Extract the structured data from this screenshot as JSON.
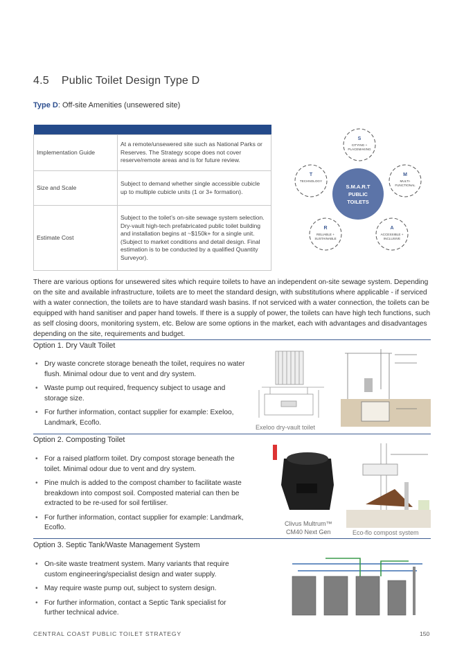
{
  "section": {
    "number": "4.5",
    "title": "Public Toilet Design Type D"
  },
  "subheading": {
    "type_label": "Type D",
    "rest": ": Off-site Amenities (unsewered site)"
  },
  "table": {
    "rows": [
      {
        "label": "Implementation Guide",
        "value": "At a remote/unsewered site such as National Parks or Reserves. The Strategy scope does not cover reserve/remote areas and is for future review."
      },
      {
        "label": "Size and Scale",
        "value": "Subject to demand whether single accessible cubicle up to multiple cubicle units (1 or 3+ formation)."
      },
      {
        "label": "Estimate Cost",
        "value": "Subject to the toilet’s on-site sewage system selection. Dry-vault high-tech prefabricated public toilet building and installation begins at ~$150k+ for a single unit. (Subject to market conditions and detail design. Final estimation is to be conducted by a qualified Quantity Surveyor)."
      }
    ]
  },
  "smart": {
    "center_lines": [
      "S.M.A.R.T",
      "PUBLIC",
      "TOILETS"
    ],
    "nodes": [
      {
        "letter": "S",
        "text1": "CITYING +",
        "text2": "PLACEMAKING"
      },
      {
        "letter": "M",
        "text1": "MULTI-",
        "text2": "FUNCTIONAL"
      },
      {
        "letter": "A",
        "text1": "ACCESSIBLE +",
        "text2": "INCLUSIVE"
      },
      {
        "letter": "R",
        "text1": "RELIABLE +",
        "text2": "SUSTAINABLE"
      },
      {
        "letter": "T",
        "text1": "TECHNOLOGY",
        "text2": ""
      }
    ]
  },
  "intro_paragraph": "There are various options for unsewered sites which require toilets to have an independent on-site sewage system. Depending on the site and available infrastructure, toilets are to meet the standard design, with substitutions where applicable - if serviced with a water connection, the toilets are to have standard wash basins. If not serviced with a water connection, the toilets can be equipped with hand sanitiser and paper hand towels. If there is a supply of power, the toilets can have high tech functions, such as self closing doors, monitoring system, etc. Below are some options in the market, each with advantages and disadvantages depending on the site, requirements and budget.",
  "options": [
    {
      "title": "Option 1. Dry Vault Toilet",
      "bullets": [
        "Dry waste concrete storage beneath the toilet, requires no water flush. Minimal odour due to vent and dry system.",
        "Waste pump out required, frequency subject to usage and storage size.",
        "For further information, contact supplier for example: Exeloo, Landmark, Ecoflo."
      ],
      "caption": "Exeloo dry-vault toilet"
    },
    {
      "title": "Option 2. Composting Toilet",
      "bullets": [
        "For a raised platform toilet. Dry compost storage beneath the toilet. Minimal odour due to vent and dry system.",
        "Pine mulch is added to the compost chamber to facilitate waste breakdown into compost soil. Composted material can then be extracted to be re-used for soil fertiliser.",
        "For further information, contact supplier for example: Landmark, Ecoflo."
      ],
      "caption_a1": "Clivus Multrum™",
      "caption_a2": "CM40 Next Gen",
      "caption_b": "Eco-flo compost system"
    },
    {
      "title": "Option 3. Septic Tank/Waste Management System",
      "bullets": [
        "On-site waste treatment system. Many variants that require custom engineering/specialist design and water supply.",
        "May require waste pump out, subject to system design.",
        "For further information, contact a Septic Tank specialist for further technical advice."
      ]
    }
  ],
  "footer": {
    "left": "CENTRAL COAST PUBLIC TOILET STRATEGY",
    "page": "150"
  },
  "colors": {
    "accent": "#244a8a",
    "smart_center": "#5c74a8"
  }
}
